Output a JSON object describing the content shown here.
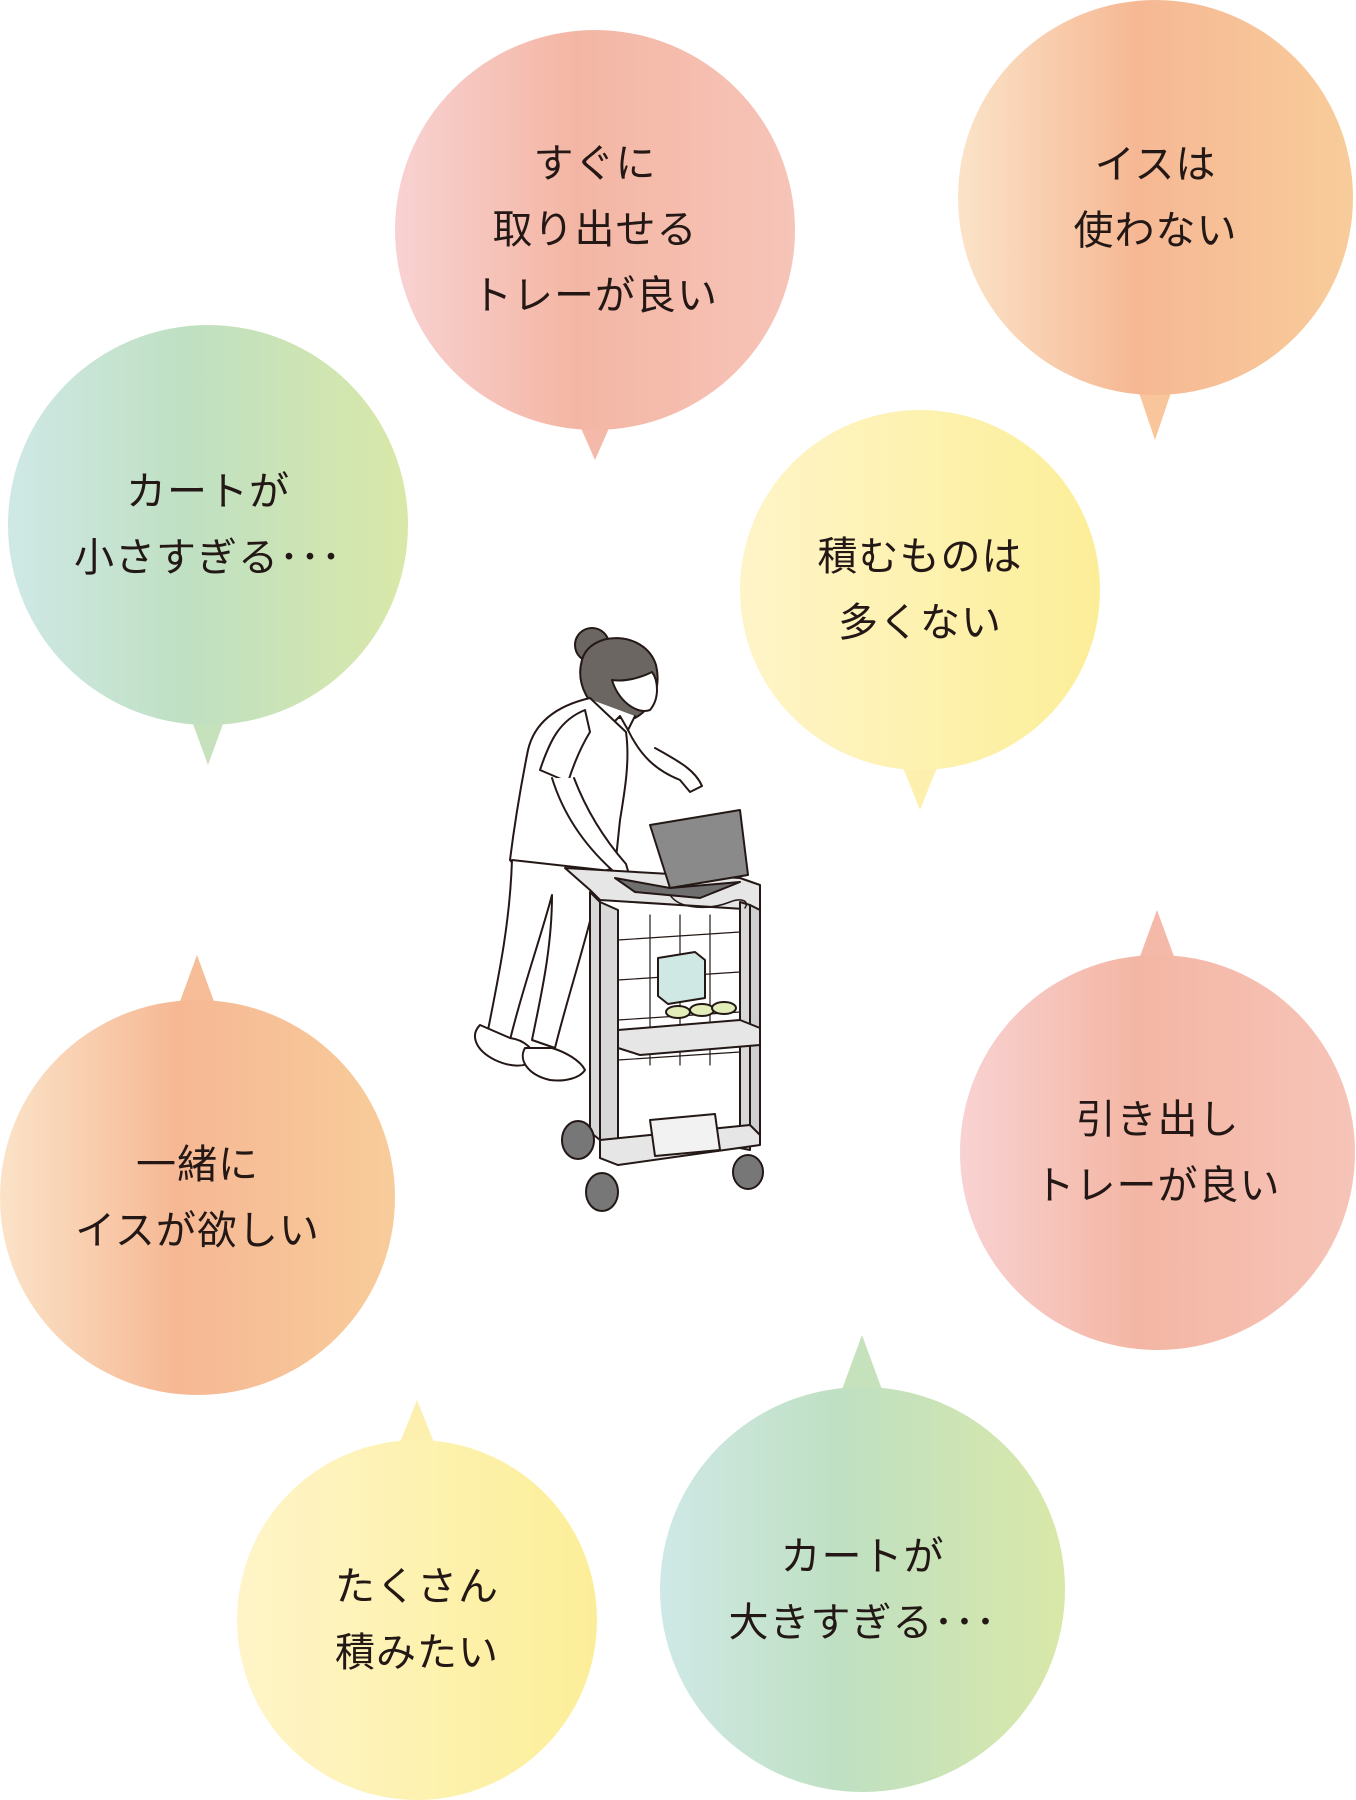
{
  "bubbles": [
    {
      "id": "b1",
      "lines": [
        "すぐに",
        "取り出せる",
        "トレーが良い"
      ],
      "color": "pink"
    },
    {
      "id": "b2",
      "lines": [
        "イスは",
        "使わない"
      ],
      "color": "orange"
    },
    {
      "id": "b3",
      "lines": [
        "カートが",
        "小さすぎる･･･"
      ],
      "color": "green"
    },
    {
      "id": "b4",
      "lines": [
        "積むものは",
        "多くない"
      ],
      "color": "yellow"
    },
    {
      "id": "b5",
      "lines": [
        "引き出し",
        "トレーが良い"
      ],
      "color": "pink"
    },
    {
      "id": "b6",
      "lines": [
        "一緒に",
        "イスが欲しい"
      ],
      "color": "orange"
    },
    {
      "id": "b7",
      "lines": [
        "たくさん",
        "積みたい"
      ],
      "color": "yellow"
    },
    {
      "id": "b8",
      "lines": [
        "カートが",
        "大きすぎる･･･"
      ],
      "color": "green"
    }
  ],
  "illustration": {
    "subject": "nurse-with-cart-icon"
  },
  "colors": {
    "pink": "#f4b6a4",
    "orange": "#f6b894",
    "yellow": "#fdf2b0",
    "green": "#bfe0c2",
    "text": "#231815"
  }
}
